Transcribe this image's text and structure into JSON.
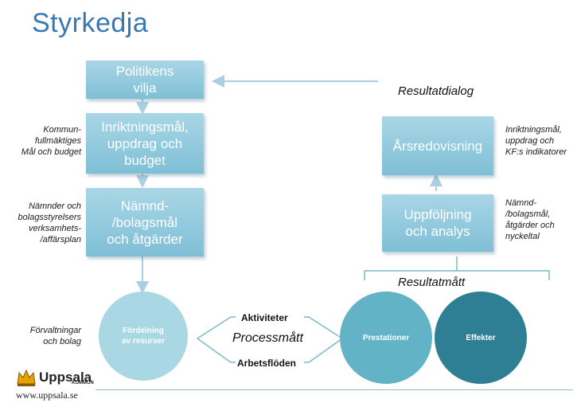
{
  "title": "Styrkedja",
  "left_boxes": [
    {
      "text": "Politikens\nvilja"
    },
    {
      "text": "Inriktningsmål,\nuppdrag och\nbudget"
    },
    {
      "text": "Nämnd-\n/bolagsmål\noch åtgärder"
    }
  ],
  "right_boxes": [
    {
      "text": "Årsredovisning"
    },
    {
      "text": "Uppföljning\noch analys"
    }
  ],
  "left_notes": [
    "Kommun-\nfullmäktiges\nMål och budget",
    "Nämnder och\nbolagsstyrelsers\nverksamhets-\n/affärsplan",
    "Förvaltningar\noch bolag"
  ],
  "right_notes": [
    "Inriktningsmål,\nuppdrag och\nKF:s indikatorer",
    "Nämnd-\n/bolagsmål,\nåtgärder och\nnyckeltal"
  ],
  "resultatdialog": "Resultatdialog",
  "resultatmatt": "Resultatmått",
  "processmatt": "Processmått",
  "aktiviteter": "Aktiviteter",
  "arbetsfloden": "Arbetsflöden",
  "circles": {
    "fordelning": "Fördelning\nav resurser",
    "prestationer": "Prestationer",
    "effekter": "Effekter"
  },
  "logo": {
    "name": "Uppsala",
    "sub": "KOMMUN"
  },
  "website": "www.uppsala.se",
  "colors": {
    "title": "#3a78b5",
    "box": "#8fc7dc",
    "circle_light": "#a6d6e2",
    "circle_mid": "#5fb0c4",
    "circle_dark": "#2f7f94"
  }
}
